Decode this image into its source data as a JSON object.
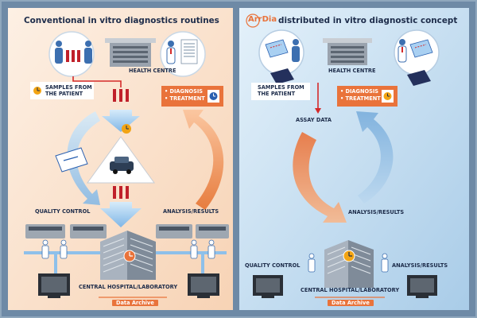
{
  "left": {
    "title": "Conventional in vitro diagnostics routines",
    "health_centre": "HEALTH CENTRE",
    "samples_line1": "SAMPLES FROM",
    "samples_line2": "THE PATIENT",
    "diagnosis": "• DIAGNOSIS",
    "treatment": "• TREATMENT",
    "quality_control": "QUALITY CONTROL",
    "analysis_results": "ANALYSIS/RESULTS",
    "central_hospital": "CENTRAL HOSPITAL/LABORATORY",
    "data_archive": "Data Archive"
  },
  "right": {
    "logo_text": "ArrDia",
    "title": "distributed in vitro diagnostic concept",
    "health_centre": "HEALTH CENTRE",
    "samples_line1": "SAMPLES FROM",
    "samples_line2": "THE PATIENT",
    "diagnosis": "• DIAGNOSIS",
    "treatment": "• TREATMENT",
    "assay_data": "ASSAY DATA",
    "analysis_results": "ANALYSIS/RESULTS",
    "quality_control": "QUALITY CONTROL",
    "central_hospital": "CENTRAL HOSPITAL/LABORATORY",
    "data_archive": "Data Archive"
  },
  "colors": {
    "left_panel": "#fbe3cf",
    "right_panel": "#c3dcee",
    "blue_arrow": "#8ec0ea",
    "orange_arrow": "#f08a45",
    "navy_text": "#1d2c4a",
    "orange_box": "#e9733b"
  }
}
